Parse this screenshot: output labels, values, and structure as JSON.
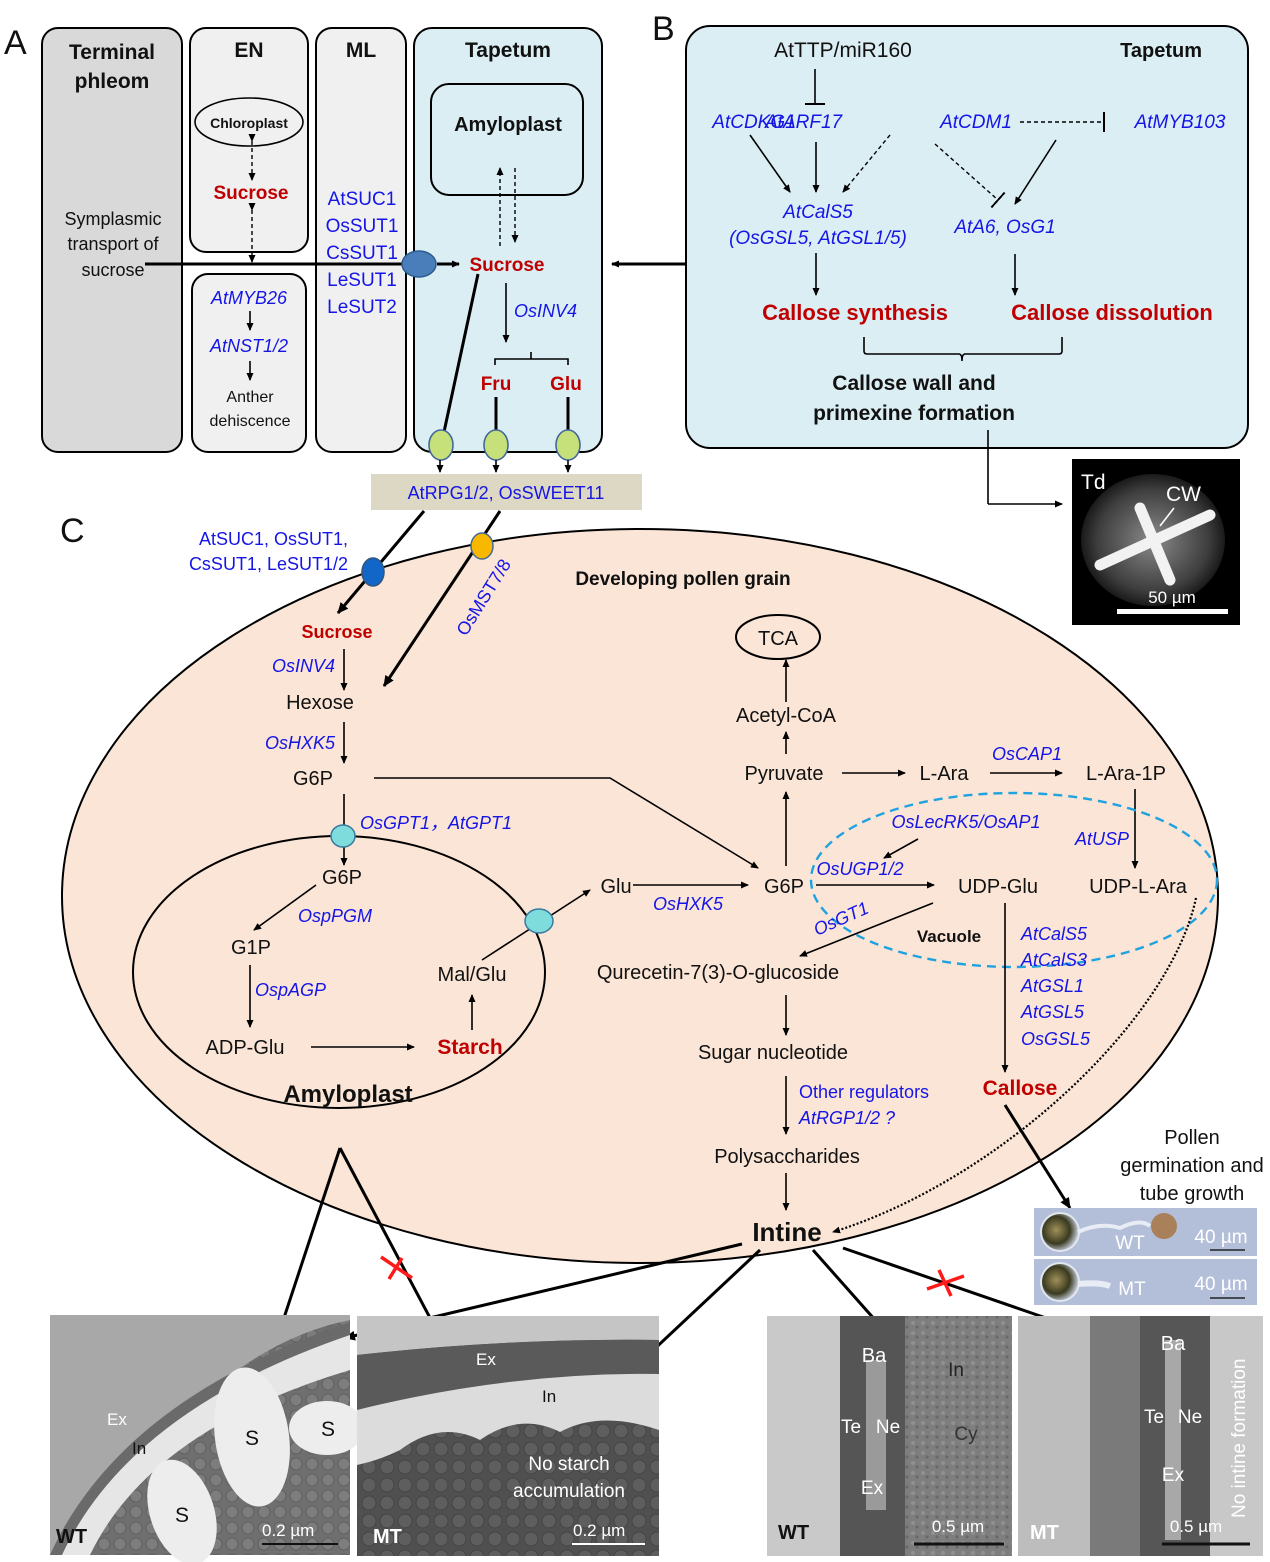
{
  "panel_labels": {
    "a": "A",
    "b": "B",
    "c": "C"
  },
  "panel_a": {
    "terminal_phloem": {
      "title_line1": "Terminal",
      "title_line2": "phleom",
      "text_line1": "Symplasmic",
      "text_line2": "transport of",
      "text_line3": "sucrose"
    },
    "en": {
      "title": "EN",
      "chloroplast": "Chloroplast",
      "sucrose": "Sucrose",
      "gene1": "AtMYB26",
      "gene2": "AtNST1/2",
      "outcome_line1": "Anther",
      "outcome_line2": "dehiscence"
    },
    "ml": {
      "title": "ML",
      "transporters": [
        "AtSUC1",
        "OsSUT1",
        "CsSUT1",
        "LeSUT1",
        "LeSUT2"
      ]
    },
    "tapetum": {
      "title": "Tapetum",
      "amyloplast": "Amyloplast",
      "sucrose": "Sucrose",
      "enzyme": "OsINV4",
      "fru": "Fru",
      "glu": "Glu"
    },
    "export_transporters": "AtRPG1/2, OsSWEET11"
  },
  "panel_b": {
    "title": "Tapetum",
    "upstream": "AtTTP/miR160",
    "genes": {
      "cdkg1": "AtCDKG1",
      "arf17": "AtARF17",
      "cdm1": "AtCDM1",
      "myb103": "AtMYB103"
    },
    "cals5_line1": "AtCalS5",
    "cals5_line2": "(OsGSL5, AtGSL1/5)",
    "a6": "AtA6, OsG1",
    "synthesis": "Callose synthesis",
    "dissolution": "Callose dissolution",
    "outcome_line1": "Callose wall and",
    "outcome_line2": "primexine formation"
  },
  "micrograph_td": {
    "stage": "Td",
    "label": "CW",
    "scale": "50 µm"
  },
  "panel_c": {
    "title": "Developing pollen grain",
    "sucrose_transporters_line1": "AtSUC1, OsSUT1,",
    "sucrose_transporters_line2": "CsSUT1, LeSUT1/2",
    "hexose_transporter": "OsMST7/8",
    "sucrose": "Sucrose",
    "osinv4": "OsINV4",
    "hexose": "Hexose",
    "oshxk5": "OsHXK5",
    "g6p": "G6P",
    "gpt": "OsGPT1，AtGPT1",
    "amyloplast": {
      "title": "Amyloplast",
      "g6p": "G6P",
      "pgm": "OspPGM",
      "g1p": "G1P",
      "agp": "OspAGP",
      "adp_glu": "ADP-Glu",
      "starch": "Starch",
      "mal_glu": "Mal/Glu"
    },
    "glu": "Glu",
    "oshxk5_2": "OsHXK5",
    "g6p_2": "G6P",
    "tca": "TCA",
    "acetyl_coa": "Acetyl-CoA",
    "pyruvate": "Pyruvate",
    "l_ara": "L-Ara",
    "oscap1": "OsCAP1",
    "l_ara_1p": "L-Ara-1P",
    "atusp": "AtUSP",
    "oslecrk5": "OsLecRK5/OsAP1",
    "osugp": "OsUGP1/2",
    "udp_glu": "UDP-Glu",
    "udp_l_ara": "UDP-L-Ara",
    "osgt1": "OsGT1",
    "vacuole": "Vacuole",
    "quercetin": "Qurecetin-7(3)-O-glucoside",
    "callose_genes": [
      "AtCalS5",
      "AtCalS3",
      "AtGSL1",
      "AtGSL5",
      "OsGSL5"
    ],
    "callose": "Callose",
    "sugar_nucleotide": "Sugar nucleotide",
    "other_regulators": "Other regulators",
    "atrgp": "AtRGP1/2 ?",
    "polysaccharides": "Polysaccharides",
    "intine": "Intine"
  },
  "germination": {
    "title_line1": "Pollen",
    "title_line2": "germination and",
    "title_line3": "tube growth",
    "wt": "WT",
    "mt": "MT",
    "scale": "40 µm"
  },
  "tem": {
    "wt1": {
      "genotype": "WT",
      "ex": "Ex",
      "in": "In",
      "s": "S",
      "scale": "0.2 µm"
    },
    "mt1": {
      "genotype": "MT",
      "ex": "Ex",
      "in": "In",
      "note_line1": "No starch",
      "note_line2": "accumulation",
      "scale": "0.2 µm"
    },
    "wt2": {
      "genotype": "WT",
      "ba": "Ba",
      "te": "Te",
      "ne": "Ne",
      "ex": "Ex",
      "in": "In",
      "cy": "Cy",
      "scale": "0.5 µm"
    },
    "mt2": {
      "genotype": "MT",
      "ba": "Ba",
      "te": "Te",
      "ne": "Ne",
      "ex": "Ex",
      "note": "No intine formation",
      "scale": "0.5 µm"
    }
  },
  "colors": {
    "gene_blue": "#1515e6",
    "metabolite_red": "#c00000",
    "tapetum_bg": "#dbeef4",
    "pollen_bg": "#fbe5d6",
    "vacuole_dash": "#1fa3e0",
    "block_x": "#ff1a1a"
  }
}
